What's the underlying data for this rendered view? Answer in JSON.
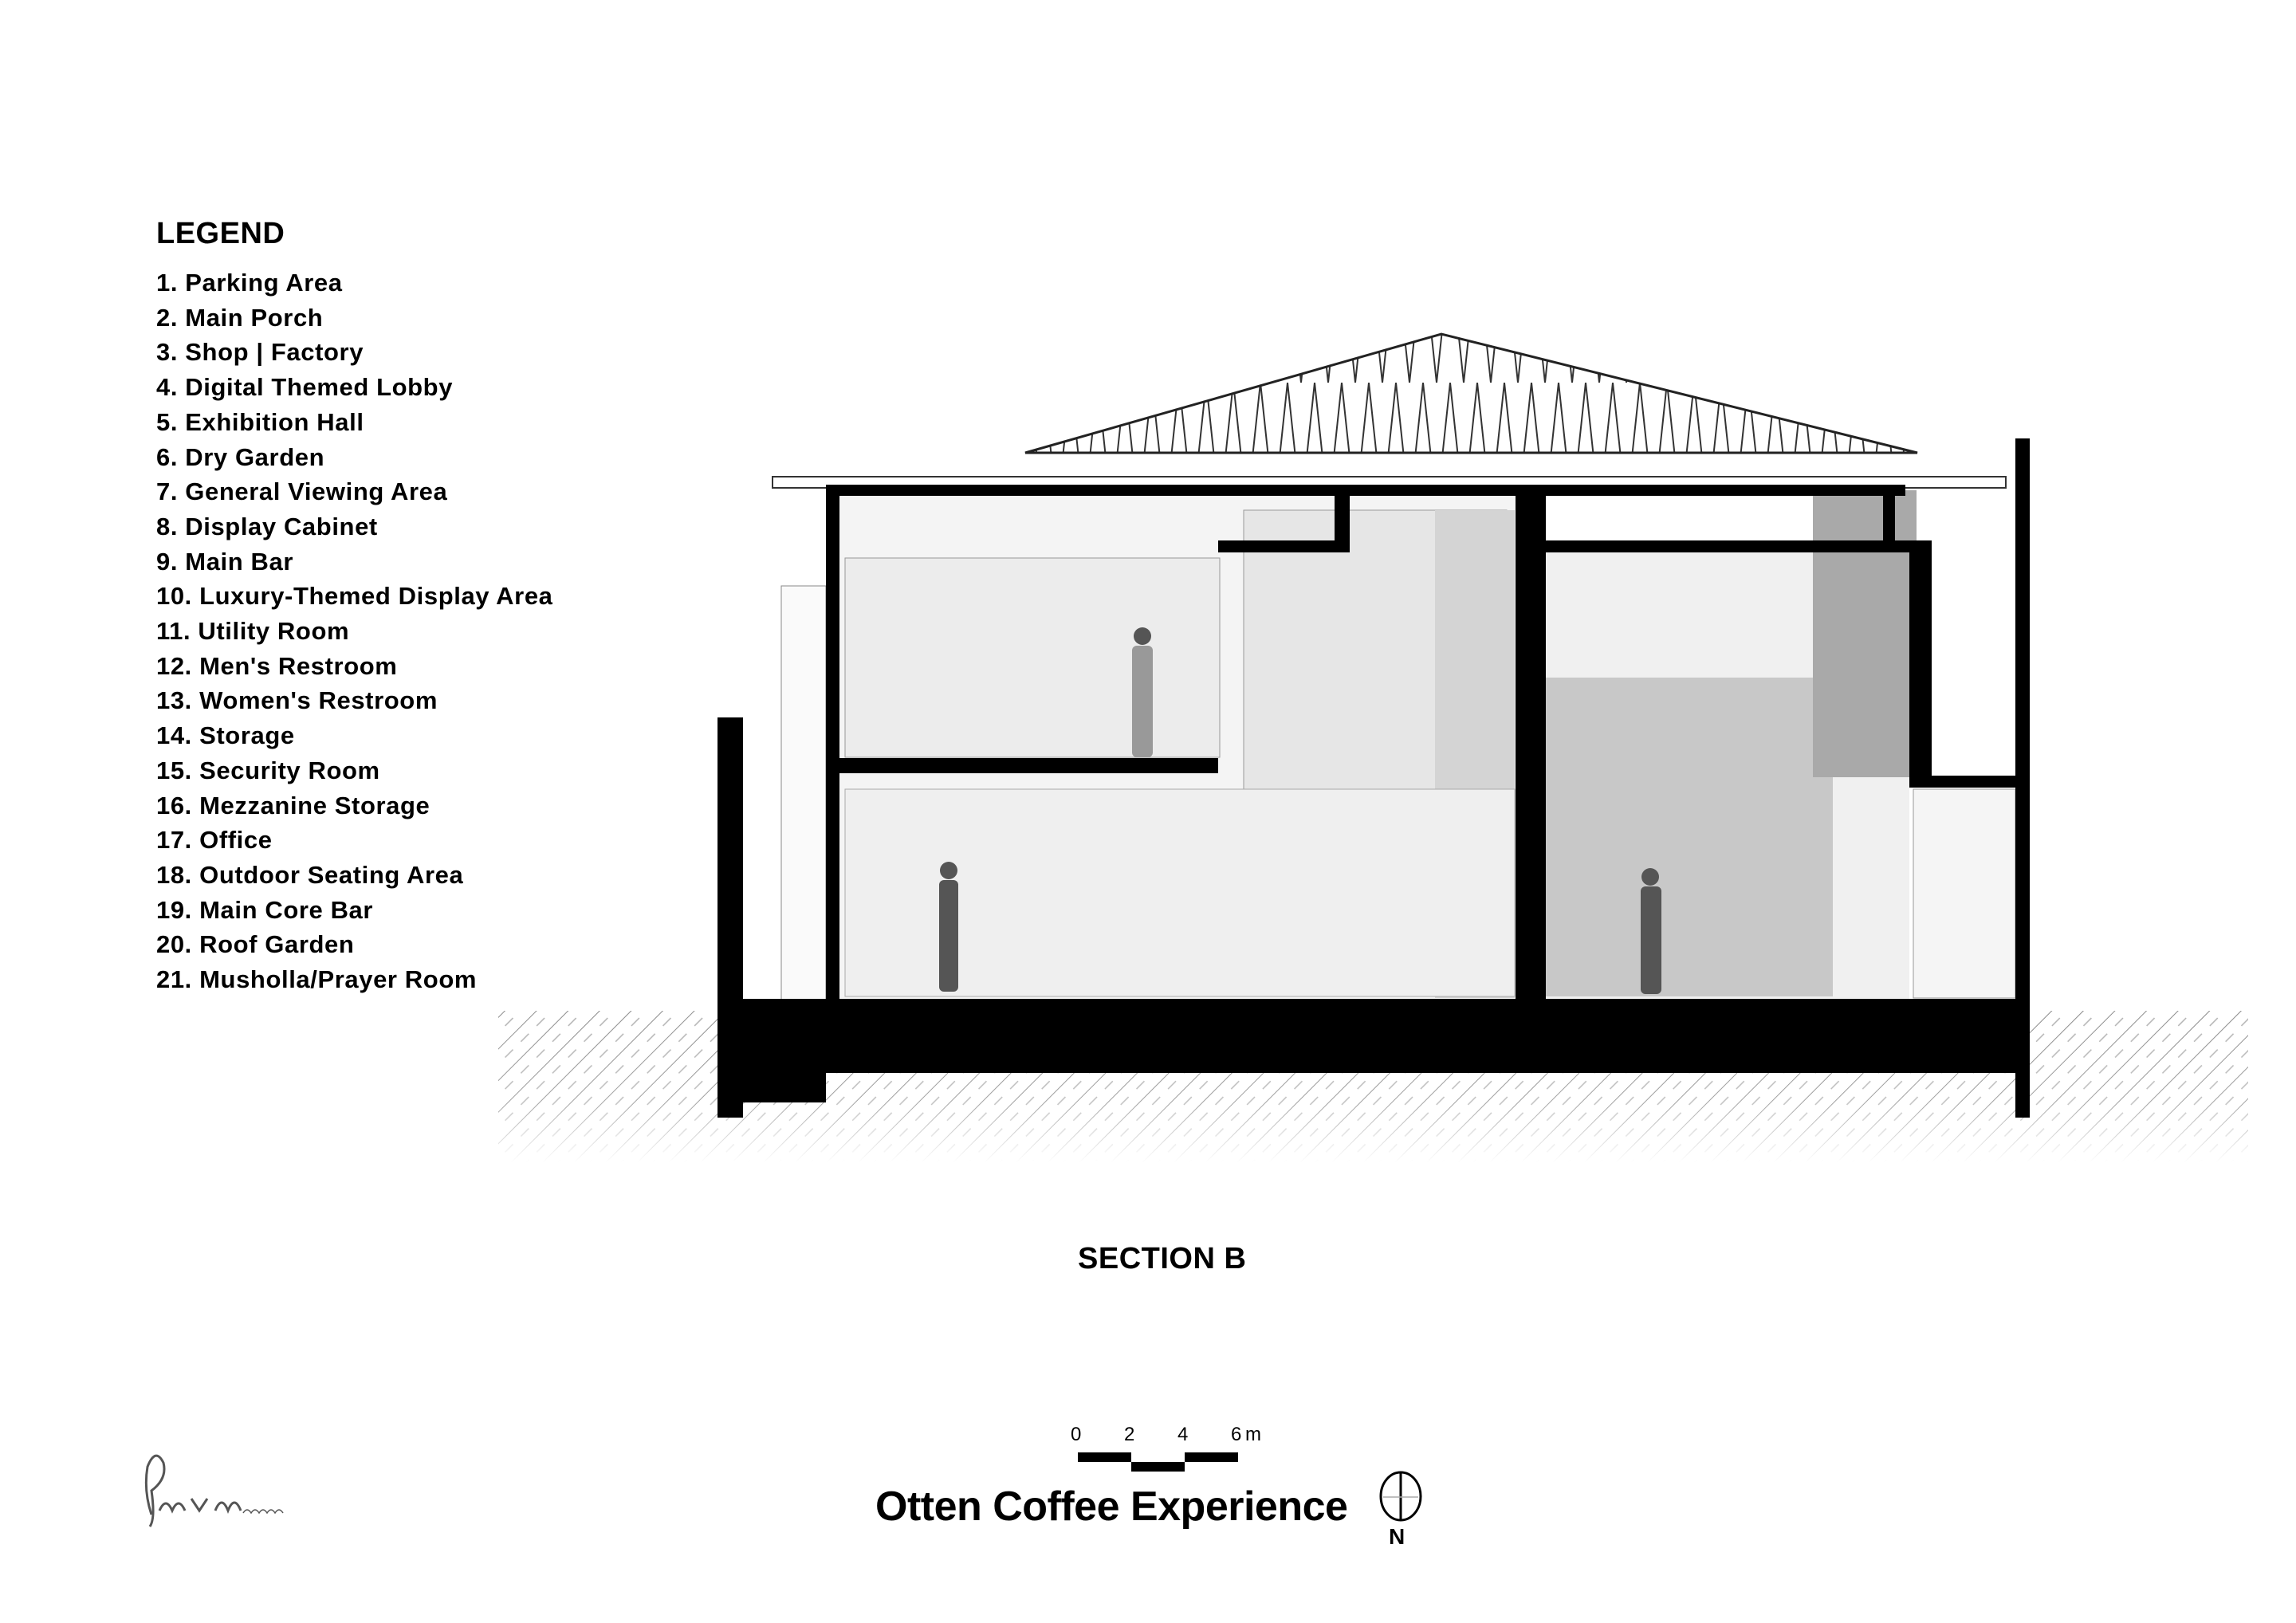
{
  "legend": {
    "title": "LEGEND",
    "items": [
      "1. Parking Area",
      "2. Main Porch",
      "3. Shop | Factory",
      "4. Digital Themed Lobby",
      "5. Exhibition Hall",
      "6. Dry Garden",
      "7. General Viewing Area",
      "8. Display Cabinet",
      "9. Main Bar",
      "10. Luxury-Themed Display Area",
      "11. Utility Room",
      "12. Men's Restroom",
      "13. Women's Restroom",
      "14. Storage",
      "15. Security Room",
      "16. Mezzanine Storage",
      "17. Office",
      "18. Outdoor Seating Area",
      "19. Main Core Bar",
      "20. Roof Garden",
      "21. Musholla/Prayer Room"
    ]
  },
  "section_title": "SECTION B",
  "scale_bar": {
    "labels": [
      "0",
      "2",
      "4",
      "6"
    ],
    "unit": "m"
  },
  "project_title": "Otten Coffee Experience",
  "north_label": "N",
  "colors": {
    "wall": "#000000",
    "interior": "#e8e8e8",
    "shade": "#a9a9a9",
    "hatch": "#9a9a9a"
  }
}
